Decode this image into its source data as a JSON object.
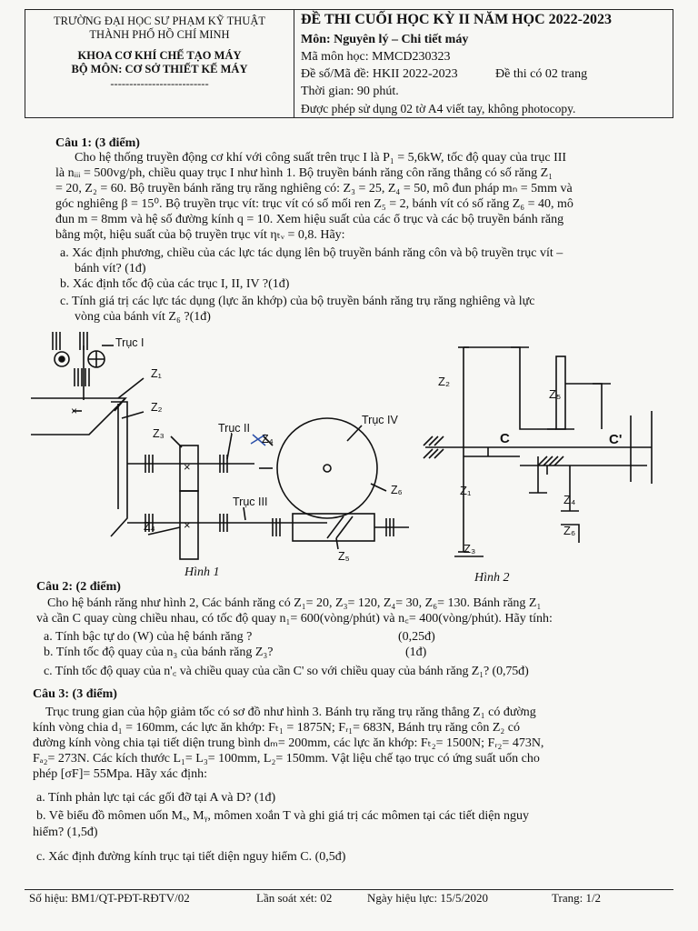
{
  "header": {
    "school_line1": "TRƯỜNG ĐẠI HỌC SƯ PHẠM KỸ THUẬT",
    "school_line2": "THÀNH PHỐ HỒ CHÍ MINH",
    "faculty": "KHOA CƠ KHÍ CHẾ TẠO MÁY",
    "department": "BỘ MÔN: CƠ SỞ THIẾT KẾ MÁY",
    "dashes": "--------------------------",
    "exam_title": "ĐỀ THI CUỐI HỌC KỲ II NĂM HỌC 2022-2023",
    "subject": "Môn: Nguyên lý – Chi tiết máy",
    "subject_code": "Mã môn học: MMCD230323",
    "exam_number": "Đề số/Mã đề: HKII 2022-2023",
    "pages": "Đề thi có 02 trang",
    "time": "Thời gian: 90 phút.",
    "note": "Được phép sử dụng 02 tờ A4 viết tay, không photocopy."
  },
  "q1": {
    "title": "Câu 1: (3 điểm)",
    "lines": [
      "Cho hệ thống truyền động cơ khí với công suất trên trục I là P₁ = 5,6kW, tốc độ quay của trục III",
      "là  nᵢᵢᵢ = 500vg/ph, chiều quay trục I như hình 1. Bộ truyền bánh răng côn răng thẳng có số răng Z₁",
      "= 20, Z₂ = 60. Bộ truyền bánh răng trụ răng nghiêng có: Z₃ = 25, Z₄ = 50, mô đun pháp mₙ = 5mm và",
      "góc nghiêng β = 15⁰. Bộ truyền trục vít: trục vít có số mối ren Z₅ = 2, bánh vít có số răng Z₆ = 40, mô",
      "đun m = 8mm và hệ số đường kính q = 10. Xem hiệu suất của các ổ trục và các bộ truyền bánh răng",
      "bằng một, hiệu suất của bộ truyền trục vít ηₜᵥ = 0,8. Hãy:"
    ],
    "a_1": "a.  Xác định phương, chiều của các lực tác dụng lên bộ truyền bánh răng côn và bộ truyền trục vít –",
    "a_2": "bánh vít? (1đ)",
    "b": "b.  Xác định tốc độ của các trục I, II, IV ?(1đ)",
    "c_1": "c.   Tính giá trị các lực tác dụng (lực ăn khớp) của bộ truyền bánh răng trụ răng nghiêng và lực",
    "c_2": "vòng của bánh vít Z₆ ?(1đ)"
  },
  "fig1": {
    "caption": "Hình 1",
    "truc1": "Trục I",
    "truc2": "Trục II",
    "truc3": "Trục III",
    "truc4": "Trục IV",
    "z1": "Z₁",
    "z2": "Z₂",
    "z3": "Z₃",
    "z4": "Z₄",
    "z4b": "Z₄",
    "z5": "Z₅",
    "z6": "Z₆"
  },
  "fig2": {
    "caption": "Hình 2",
    "z1": "Z₁",
    "z2": "Z₂",
    "z3": "Z₃",
    "z4": "Z₄",
    "z5": "Z₅",
    "z6": "Z₆",
    "c": "C",
    "c2": "C'"
  },
  "q2": {
    "title": "Câu 2: (2 điểm)",
    "line1": "Cho hệ bánh răng như hình 2, Các bánh răng có Z₁= 20, Z₃= 120, Z₄= 30, Z₆= 130. Bánh răng Z₁",
    "line2": "và cần C quay cùng chiều nhau, có tốc độ quay n₁= 600(vòng/phút) và n꜀= 400(vòng/phút). Hãy tính:",
    "a": "a.  Tính bậc tự do (W) của hệ bánh răng ?",
    "a_pts": "(0,25đ)",
    "b": "b.  Tính tốc độ quay của n₃ của bánh răng Z₃?",
    "b_pts": "(1đ)",
    "c": "c.   Tính tốc độ quay của n'꜀ và chiều quay của cần C' so với chiều quay của bánh răng Z₁? (0,75đ)"
  },
  "q3": {
    "title": "Câu 3:  (3 điểm)",
    "lines": [
      "Trục trung gian của hộp giảm tốc có sơ đồ như hình 3. Bánh trụ răng trụ răng thẳng Z₁ có đường",
      "kính vòng chia d₁ = 160mm, các lực ăn khớp: Fₜ₁ = 1875N; Fᵣ₁= 683N, Bánh trụ răng côn Z₂ có",
      "đường kính vòng chia tại tiết diện trung bình dₘ= 200mm, các lực ăn khớp: Fₜ₂= 1500N; Fᵣ₂= 473N,",
      "Fₐ₂= 273N. Các kích thước L₁= L₃= 100mm, L₂= 150mm. Vật liệu chế tạo trục có ứng suất uốn cho",
      "phép [σF]= 55Mpa. Hãy xác định:"
    ],
    "a": "a. Tính phản lực tại các gối đỡ tại A và D?  (1đ)",
    "b_1": "b. Vẽ biểu đồ mômen uốn Mₓ, Mᵧ, mômen xoắn T và ghi giá trị các mômen tại các tiết diện nguy",
    "b_2": "hiểm?      (1,5đ)",
    "c": "c. Xác định đường kính trục tại tiết diện nguy hiểm C. (0,5đ)"
  },
  "footer": {
    "form": "Số hiệu: BM1/QT-PĐT-RĐTV/02",
    "revision": "Lần soát xét: 02",
    "effective": "Ngày hiệu lực: 15/5/2020",
    "page": "Trang: 1/2"
  }
}
